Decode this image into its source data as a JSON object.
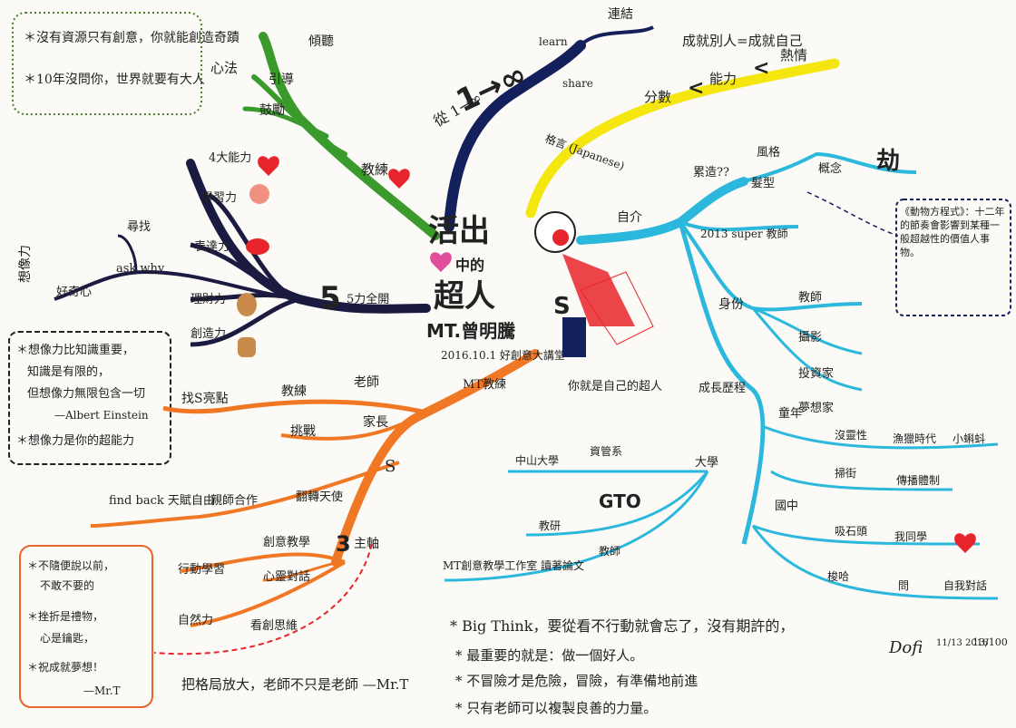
{
  "center": {
    "title_line1": "活出",
    "title_line2": "中的",
    "title_line3": "超人",
    "name": "MT.曾明騰",
    "event": "2016.10.1 好創意大講堂",
    "caption": "你就是自己的超人",
    "s_badge": "S"
  },
  "branch_learn": {
    "main": "從 1→∞",
    "learn": "learn",
    "share": "share",
    "connect": "連結",
    "result": "成就別人=成就自己"
  },
  "branch_words": {
    "main": "格言 (Japanese)",
    "chain": [
      "分數",
      "<",
      "能力",
      "<",
      "熱情"
    ]
  },
  "branch_intro": {
    "main": "自介",
    "what": "累造??",
    "items": [
      "風格",
      "髮型",
      "概念",
      "劫"
    ],
    "year": "2013 super 教師",
    "note": "《動物方程式》：十二年的節奏會影響到某種一般超越性的價值人事物。",
    "identity": "身份",
    "roles": [
      "教師",
      "攝影",
      "投資家",
      "夢想家"
    ],
    "growth": "成長歷程",
    "college": "大學",
    "college_items": [
      "中山大學",
      "資管系",
      "教研",
      "GTO",
      "讀著論文",
      "教師",
      "MT創意教學工作室"
    ],
    "youth": "童年",
    "youth_items": [
      "沒靈性",
      "漁獵時代",
      "小蝌蚪",
      "掃街",
      "傳播體制"
    ],
    "junior": "國中",
    "junior_items": [
      "吸石頭",
      "我同學",
      "梭哈",
      "問",
      "自我對話"
    ]
  },
  "branch_super": {
    "main": "5力全開",
    "powers": [
      "4大能力",
      "學習力",
      "表達力",
      "理財力",
      "創造力"
    ],
    "imagination": "想像力",
    "ask": "ask why",
    "curious": "好奇心",
    "seek": "尋找"
  },
  "branch_teach": {
    "main": "教練",
    "items": [
      "傾聽",
      "引導",
      "鼓勵"
    ],
    "heart_label": "教練"
  },
  "branch_mt": {
    "main": "MT教練",
    "items": [
      "找S亮點",
      "教練",
      "老師",
      "挑戰",
      "家長"
    ],
    "s": "S",
    "find_back": "find back 天賦自由",
    "friendly": "親師合作",
    "reframe": "翻轉天使",
    "three": "3",
    "main2": "主軸",
    "inner": [
      "創意教學",
      "行動學習",
      "心靈對話"
    ],
    "process": [
      "自然力",
      "看創思維"
    ],
    "final": "把格局放大，老師不只是老師 —Mr.T"
  },
  "note_left_top": {
    "lines": [
      "＊沒有資源只有創意，你就能創造奇蹟",
      "＊10年沒問你，世界就要有大人"
    ],
    "label": "心法"
  },
  "note_left_mid": {
    "lines": [
      "＊想像力比知識重要，",
      "知識是有限的，",
      "但想像力無限包含一切",
      "—Albert Einstein",
      "＊想像力是你的超能力"
    ]
  },
  "note_left_bottom": {
    "lines": [
      "＊不隨便說以前，",
      "不敢不要的",
      "＊挫折是禮物，",
      "心是鑰匙，",
      "＊祝成就夢想！",
      "—Mr.T"
    ]
  },
  "quotes": {
    "lines": [
      "* Big Think，要從看不行動就會忘了，沒有期許的，",
      "* 最重要的就是：做一個好人。",
      "* 不冒險才是危險，冒險，有準備地前進",
      "* 只有老師可以複製良善的力量。"
    ]
  },
  "signature": {
    "name": "Dofi",
    "date": "11/13 2016",
    "score": "13/100"
  },
  "colors": {
    "black_branch": "#1b1a40",
    "green_branch": "#3a9a2b",
    "yellow_branch": "#f5e60f",
    "navy_branch": "#14205c",
    "cyan_branch": "#2bb8dc",
    "orange_branch": "#f07824",
    "red": "#e8242c",
    "pink": "#e14f9b"
  }
}
